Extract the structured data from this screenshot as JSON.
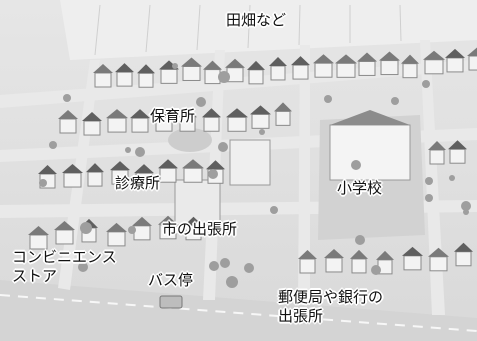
{
  "map": {
    "labels": {
      "fields": "田畑など",
      "nursery": "保育所",
      "clinic": "診療所",
      "elementary_school": "小学校",
      "city_branch_office": "市の出張所",
      "convenience_store_line1": "コンビニエンス",
      "convenience_store_line2": "ストア",
      "bus_stop": "バス停",
      "post_bank_line1": "郵便局や銀行の",
      "post_bank_line2": "出張所"
    }
  }
}
